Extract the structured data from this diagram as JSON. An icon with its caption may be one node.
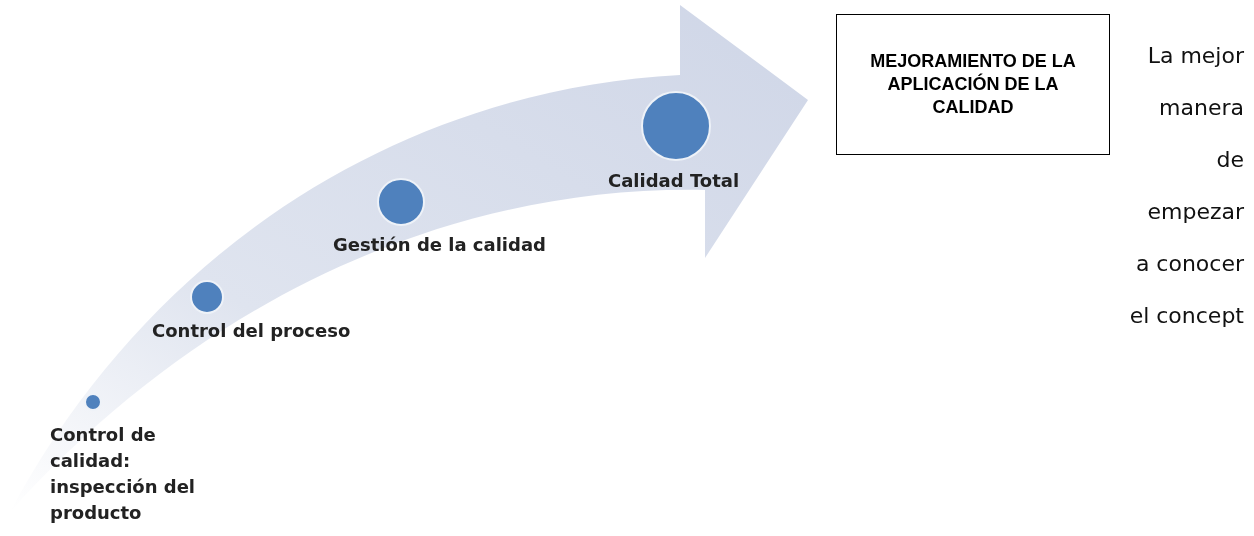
{
  "diagram": {
    "nodes": [
      {
        "text": [
          "Control de calidad: inspección del producto"
        ]
      },
      {
        "text": [
          "Control del proceso"
        ]
      },
      {
        "text": [
          "Gestión de la calidad"
        ]
      },
      {
        "text": [
          "Calidad Total"
        ]
      },
      {
        "text": [
          "MEJORAMIENTO DE LA APLICACIÓN DE LA CALIDAD"
        ]
      }
    ],
    "labels": [
      "La mejor manera de empezar a conocer el concept"
    ]
  }
}
